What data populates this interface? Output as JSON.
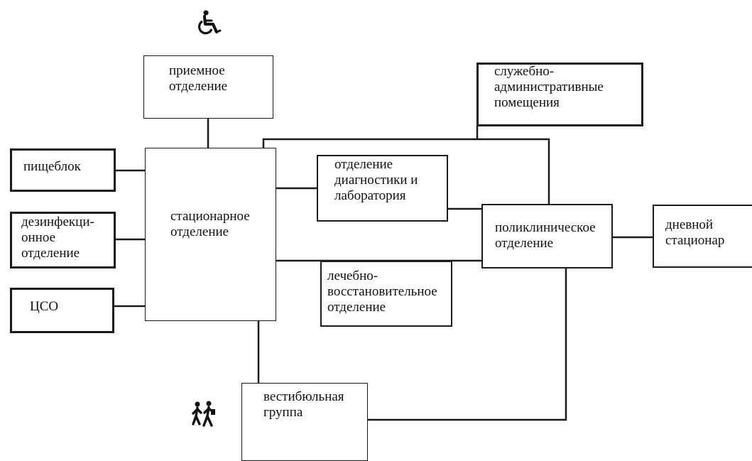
{
  "diagram": {
    "nodes": {
      "reception": {
        "label": "приемное\nотделение"
      },
      "admin": {
        "label": "служебно-\nадминистративные\nпомещения"
      },
      "kitchen": {
        "label": "пищеблок"
      },
      "disinfection": {
        "label": "дезинфекци-\nонное\nотделение"
      },
      "cso": {
        "label": "ЦСО"
      },
      "inpatient": {
        "label": "стационарное\nотделение"
      },
      "diagnostics": {
        "label": "отделение\nдиагностики и\nлаборатория"
      },
      "rehab": {
        "label": "лечебно-\nвосстановительное\nотделение"
      },
      "polyclinic": {
        "label": "поликлиническое\nотделение"
      },
      "day_hospital": {
        "label": "дневной\nстационар"
      },
      "vestibule": {
        "label": "вестибюльная\nгруппа"
      }
    },
    "icons": {
      "top": "wheelchair-icon",
      "bottom": "pedestrians-icon"
    },
    "colors": {
      "line": "#1a1a1a",
      "box_fill": "#ffffff"
    }
  }
}
